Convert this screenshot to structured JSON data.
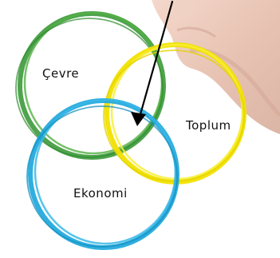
{
  "diagram": {
    "labels": {
      "environment": "Çevre",
      "society": "Toplum",
      "economy": "Ekonomi"
    },
    "colors": {
      "environment": "#3c9a3a",
      "society": "#f2e100",
      "economy": "#1aa6dc",
      "arrow": "#000000",
      "hand_skin": "#e9c4b3"
    }
  }
}
